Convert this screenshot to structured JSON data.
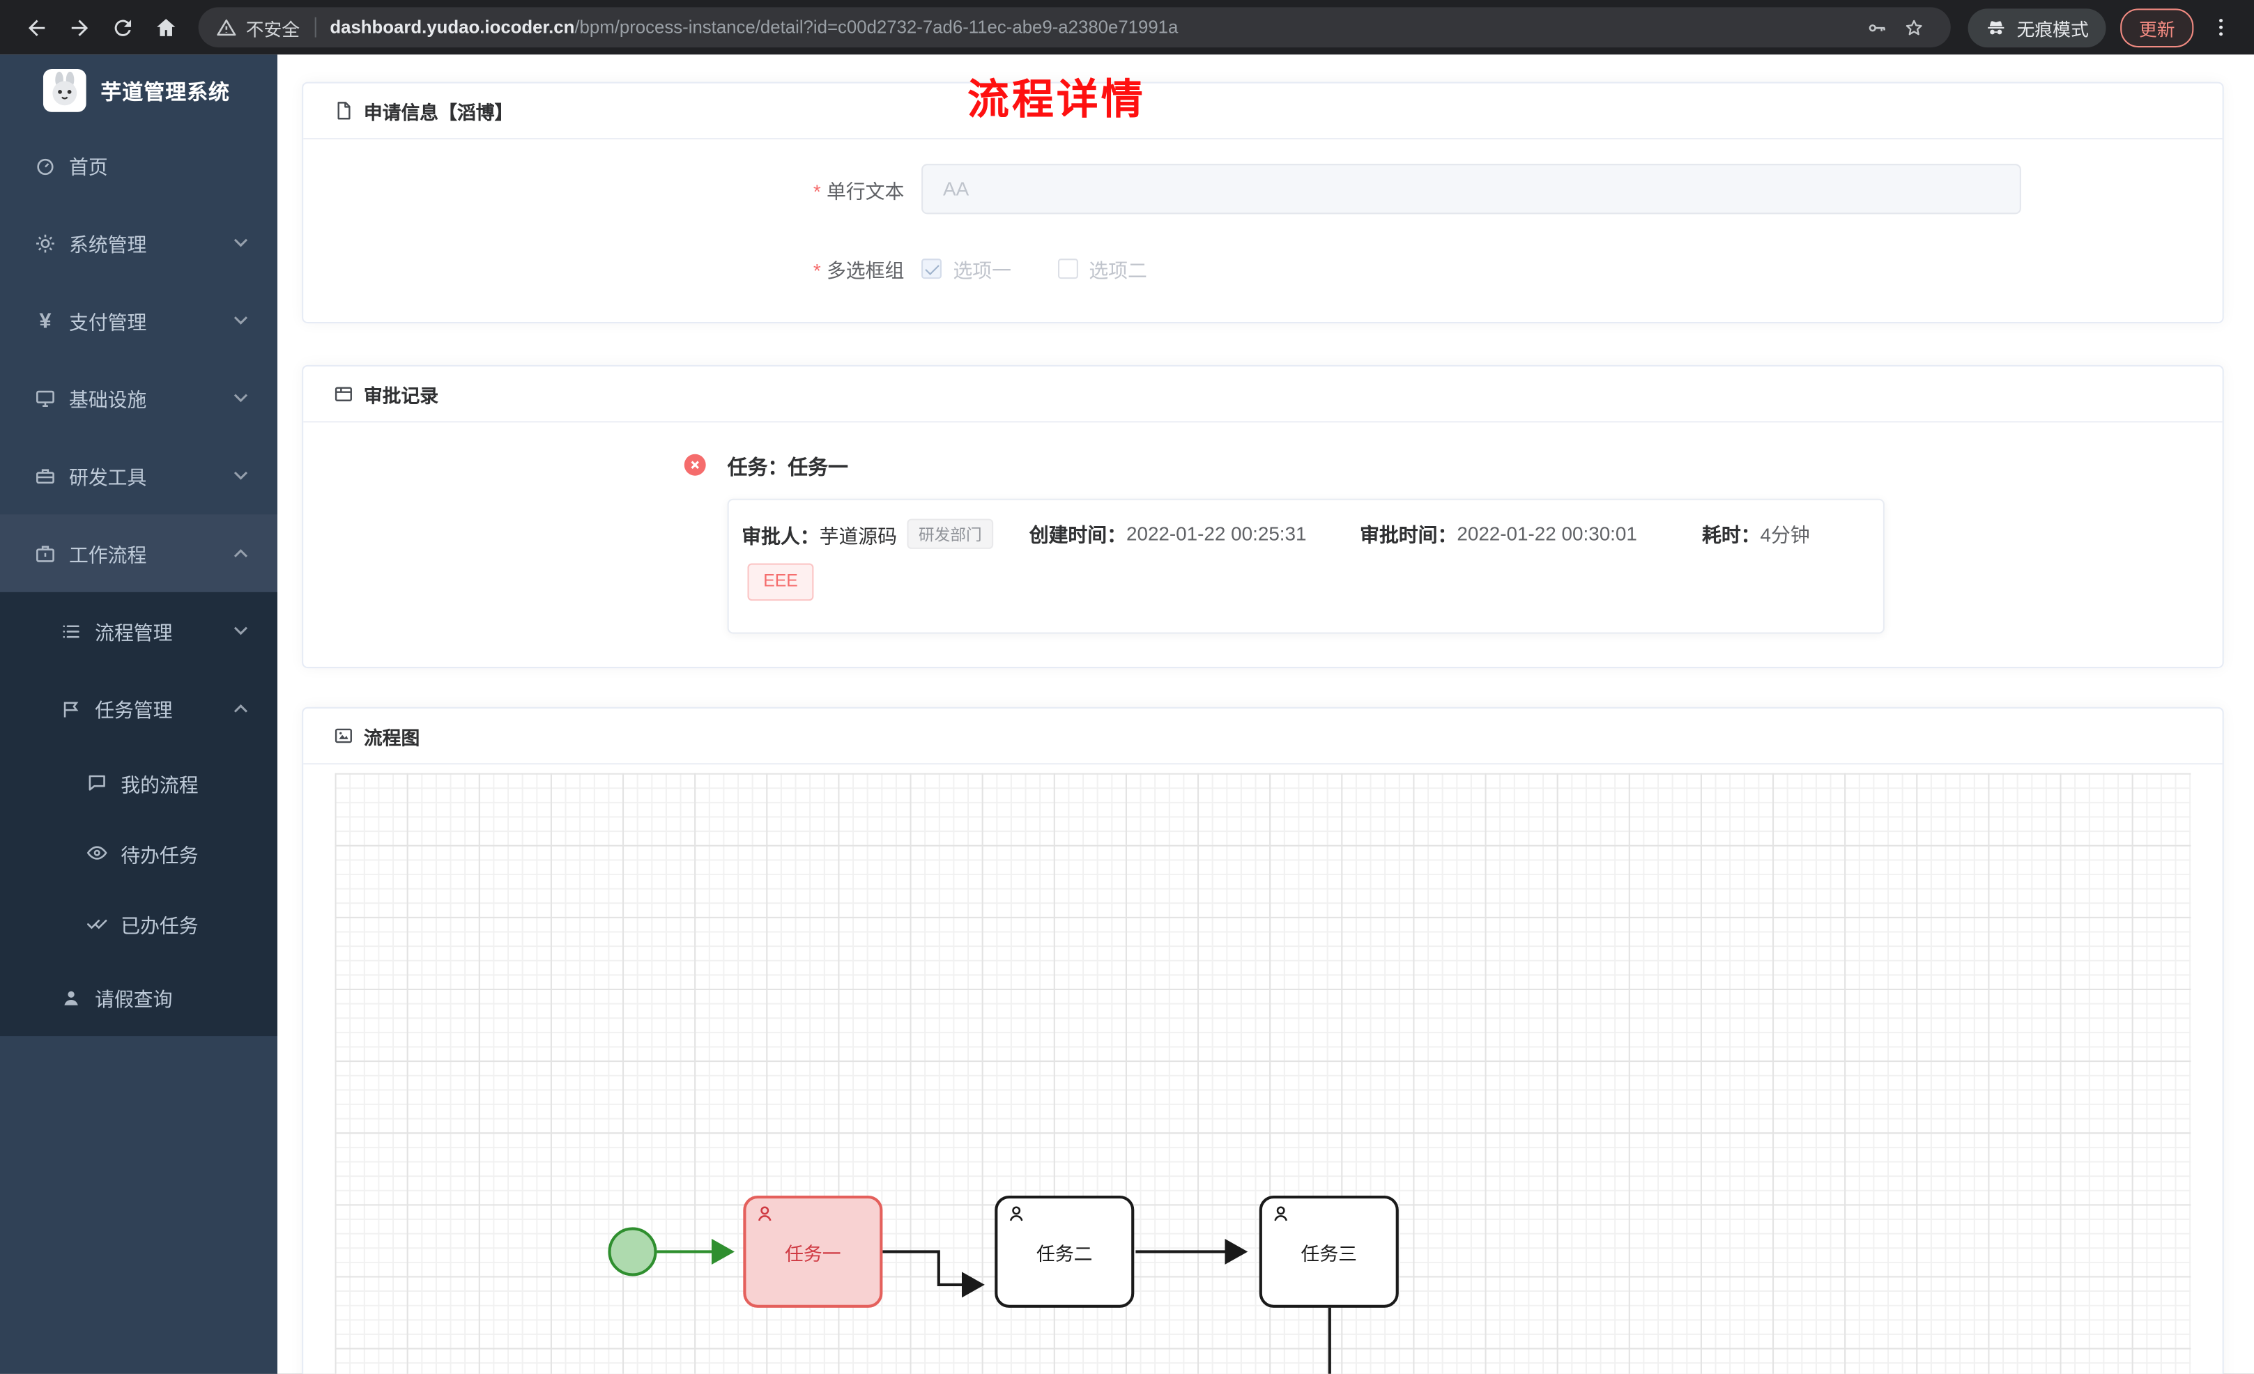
{
  "browser": {
    "security_label": "不安全",
    "url_domain": "dashboard.yudao.iocoder.cn",
    "url_path": "/bpm/process-instance/detail?id=c00d2732-7ad6-11ec-abe9-a2380e71991a",
    "incognito_label": "无痕模式",
    "update_label": "更新"
  },
  "sidebar": {
    "app_title": "芋道管理系统",
    "items": [
      {
        "label": "首页"
      },
      {
        "label": "系统管理"
      },
      {
        "label": "支付管理"
      },
      {
        "label": "基础设施"
      },
      {
        "label": "研发工具"
      },
      {
        "label": "工作流程"
      }
    ],
    "sub": {
      "process_mgmt": "流程管理",
      "task_mgmt": "任务管理",
      "my_process": "我的流程",
      "todo_tasks": "待办任务",
      "done_tasks": "已办任务",
      "leave_query": "请假查询"
    }
  },
  "page": {
    "title": "流程详情"
  },
  "apply_card": {
    "header": "申请信息【滔博】",
    "required_mark": "*",
    "text_field": {
      "label": "单行文本",
      "placeholder": "AA"
    },
    "checkbox_group": {
      "label": "多选框组",
      "options": [
        {
          "label": "选项一",
          "checked": true
        },
        {
          "label": "选项二",
          "checked": false
        }
      ]
    }
  },
  "approval_card": {
    "header": "审批记录",
    "task_title": "任务：任务一",
    "approver_label": "审批人：",
    "approver_name": "芋道源码",
    "approver_dept": "研发部门",
    "create_label": "创建时间：",
    "create_time": "2022-01-22 00:25:31",
    "approve_label": "审批时间：",
    "approve_time": "2022-01-22 00:30:01",
    "duration_label": "耗时：",
    "duration": "4分钟",
    "comment": "EEE"
  },
  "diagram_card": {
    "header": "流程图",
    "nodes": {
      "task1": "任务一",
      "task2": "任务二",
      "task3": "任务三"
    }
  },
  "colors": {
    "accent-red": "#fe1010",
    "error-red": "#f56c6c",
    "tag-red-bg": "#fef0f0",
    "tag-red-border": "#fbc4c4",
    "start-green": "#2f8f2f",
    "start-green-fill": "#aedaae",
    "task-red-border": "#e4605c",
    "task-red-bg": "#f8d2d2",
    "task-red-text": "#cf3942",
    "sidebar-bg": "#304156",
    "submenu-bg": "#1f2d3d",
    "topbar-bg": "#202124",
    "update-red": "#f28b82"
  }
}
